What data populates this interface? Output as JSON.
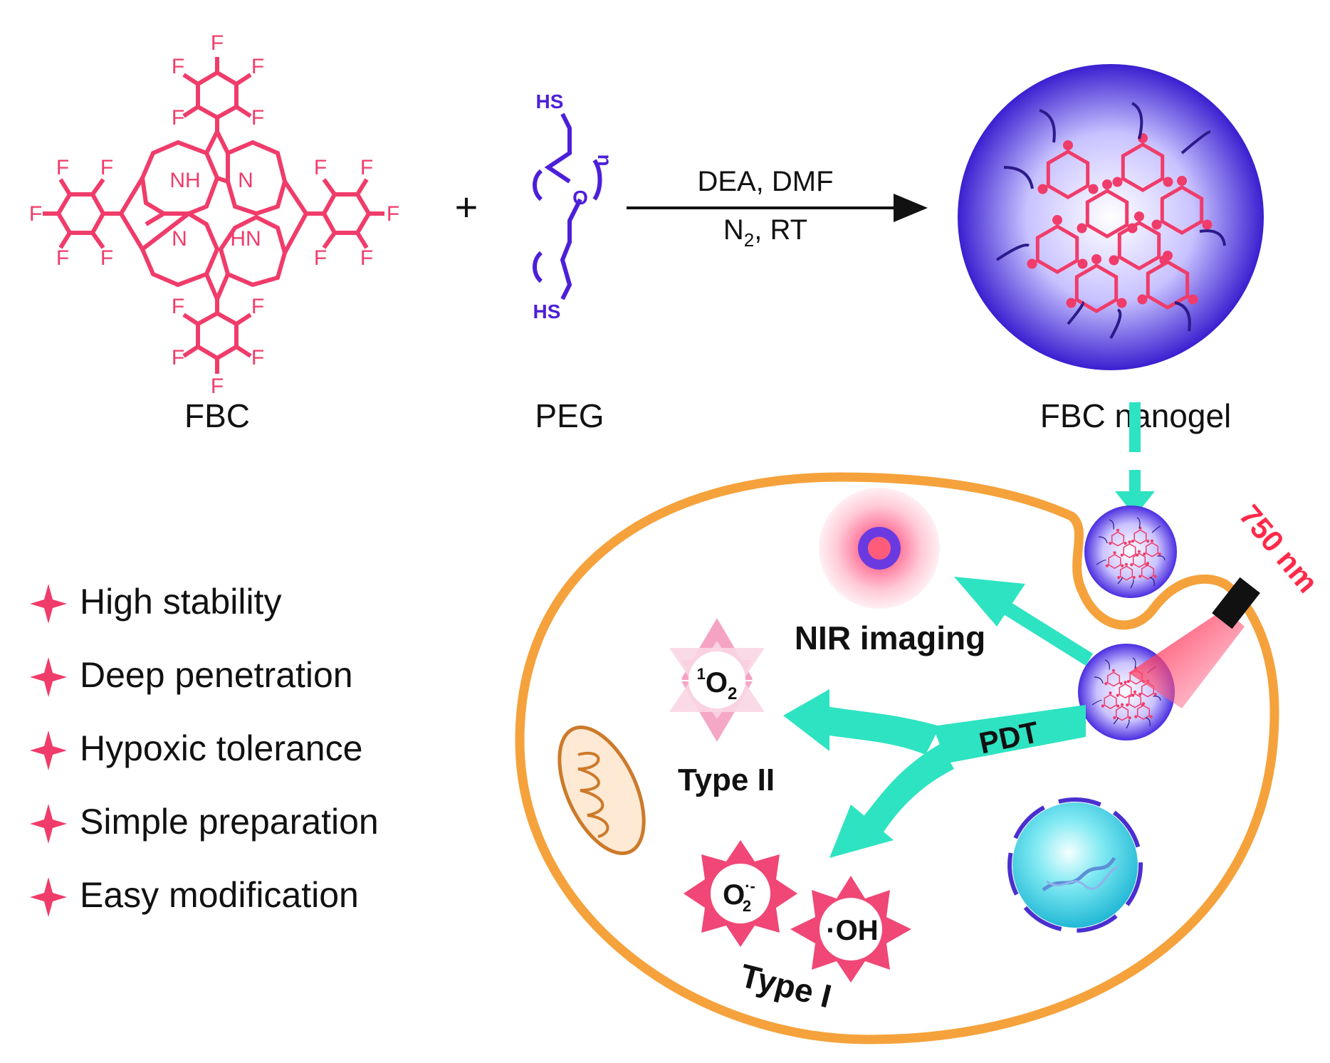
{
  "reactant_1": "FBC",
  "plus_sign": "+",
  "reactant_2": "PEG",
  "peg_atoms": {
    "thiol_top": "HS",
    "thiol_bottom": "HS",
    "oxygen": "O",
    "repeat": "n"
  },
  "fbc_atoms": {
    "fluorine": "F",
    "nh_1": "NH",
    "n_1": "N",
    "n_2": "N",
    "hn_1": "HN"
  },
  "conditions": {
    "line1": "DEA, DMF",
    "line2_main": "N",
    "line2_sub": "2",
    "line2_rest": ", RT"
  },
  "product": "FBC nanogel",
  "laser_label": "750 nm",
  "features": [
    "High stability",
    "Deep penetration",
    "Hypoxic tolerance",
    "Simple preparation",
    "Easy modification"
  ],
  "cell": {
    "imaging_label": "NIR  imaging",
    "pdt_label": "PDT",
    "type2_label": "Type II",
    "type1_label": "Type I",
    "singlet_sup": "1",
    "singlet_main": "O",
    "singlet_sub": "2",
    "superoxide_main": "O",
    "superoxide_sup": "·-",
    "superoxide_sub": "2",
    "hydroxyl": "·OH"
  },
  "colors": {
    "fbc_pink": "#f03c6a",
    "peg_purple": "#4c1fd9",
    "arrow_teal": "#2ee3c1",
    "membrane_orange": "#f5a23c",
    "laser_red": "#ff2a4a"
  }
}
